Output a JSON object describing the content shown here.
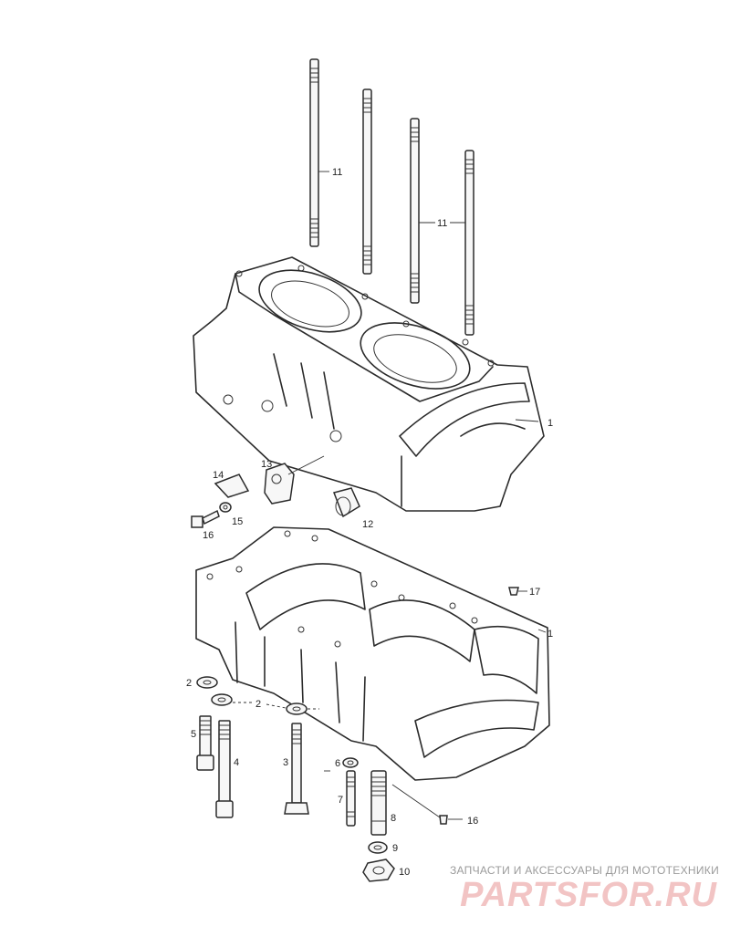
{
  "callouts": {
    "c11a": "11",
    "c11b": "11",
    "c1a": "1",
    "c1b": "1",
    "c13": "13",
    "c14": "14",
    "c15": "15",
    "c16a": "16",
    "c12": "12",
    "c17": "17",
    "c2a": "2",
    "c2b": "2",
    "c5": "5",
    "c4": "4",
    "c3": "3",
    "c6": "6",
    "c7": "7",
    "c8": "8",
    "c16b": "16",
    "c9": "9",
    "c10": "10"
  },
  "watermark": {
    "tagline": "ЗАПЧАСТИ И АКСЕССУАРЫ ДЛЯ МОТОТЕХНИКИ",
    "logo": "PARTSFOR.RU"
  },
  "colors": {
    "ink": "#2b2b2b",
    "watermark_logo": "#f2c4c4",
    "watermark_text": "#9a9a9a"
  }
}
